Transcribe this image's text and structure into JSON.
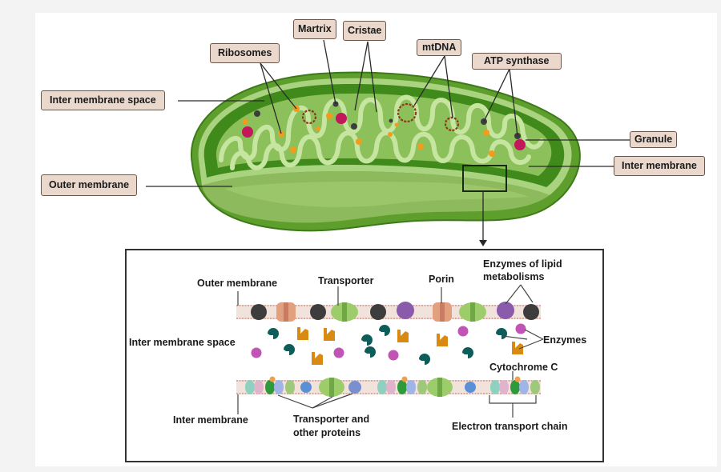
{
  "diagram": {
    "title_hidden": "",
    "mitochondrion_labels": {
      "ribosomes": "Ribosomes",
      "matrix": "Martrix",
      "cristae": "Cristae",
      "mtdna": "mtDNA",
      "atp_synthase": "ATP synthase",
      "inter_membrane_space": "Inter membrane space",
      "granule": "Granule",
      "inter_membrane": "Inter membrane",
      "outer_membrane": "Outer membrane"
    },
    "detail_labels": {
      "outer_membrane": "Outer membrane",
      "transporter": "Transporter",
      "porin": "Porin",
      "enzymes_lipid_line1": "Enzymes of lipid",
      "enzymes_lipid_line2": "metabolisms",
      "inter_membrane_space": "Inter membrane space",
      "enzymes": "Enzymes",
      "cytochrome_c": "Cytochrome C",
      "inter_membrane": "Inter membrane",
      "transporter_other_line1": "Transporter and",
      "transporter_other_line2": "other proteins",
      "electron_transport_chain": "Electron transport chain"
    },
    "colors": {
      "outer_green": "#5e9e2c",
      "dark_green": "#3f8a1a",
      "light_green": "#a9d37f",
      "matrix_green": "#8cc05a",
      "lower_green": "#8dba5c",
      "label_fill": "#ead8cc",
      "label_border": "#6b564c",
      "ribosome_orange": "#f39c1c",
      "granule_red": "#c2185b",
      "dark_gray": "#3d3d3d",
      "dna_brown": "#8b3a1a",
      "teal_enzyme": "#0f5d5a",
      "orange_enzyme": "#d98a12",
      "magenta": "#c055b5",
      "purple": "#8a5aab",
      "porin": "#e2a07f",
      "transporter_green": "#9ccd6a",
      "membrane_pink": "#e9d0c8"
    }
  }
}
